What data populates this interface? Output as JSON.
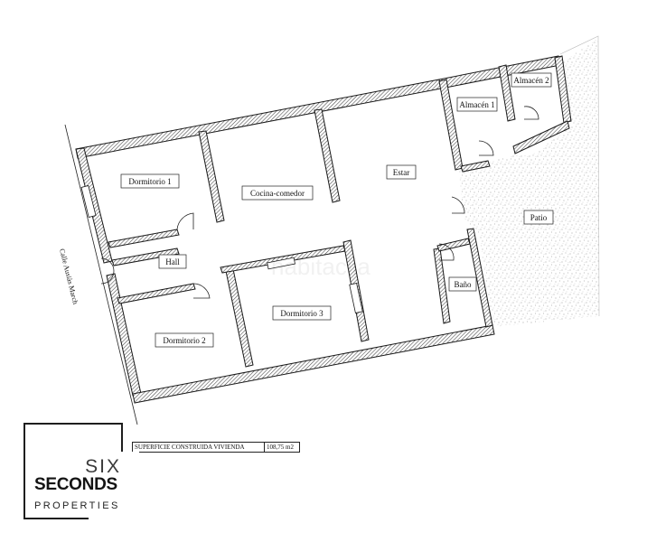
{
  "rooms": {
    "dormitorio_1": "Dormitorio 1",
    "cocina_comedor": "Cocina-comedor",
    "estar": "Estar",
    "almacen_1": "Almacén 1",
    "almacen_2": "Almacén 2",
    "patio": "Patio",
    "hall": "Hall",
    "dormitorio_2": "Dormitorio 2",
    "dormitorio_3": "Dormitorio 3",
    "bano": "Baño"
  },
  "street": "Calle Ausiàs March",
  "area": {
    "label": "SUPERFICIE CONSTRUIDA VIVIENDA",
    "value": "108,75 m2"
  },
  "logo": {
    "six": "SIX",
    "seconds": "SECONDS",
    "properties": "PROPERTIES"
  },
  "watermark": "habitaclia",
  "colors": {
    "wall": "#1a1a1a",
    "hatch": "#555555",
    "patio_stipple": "#9a9a9a"
  }
}
